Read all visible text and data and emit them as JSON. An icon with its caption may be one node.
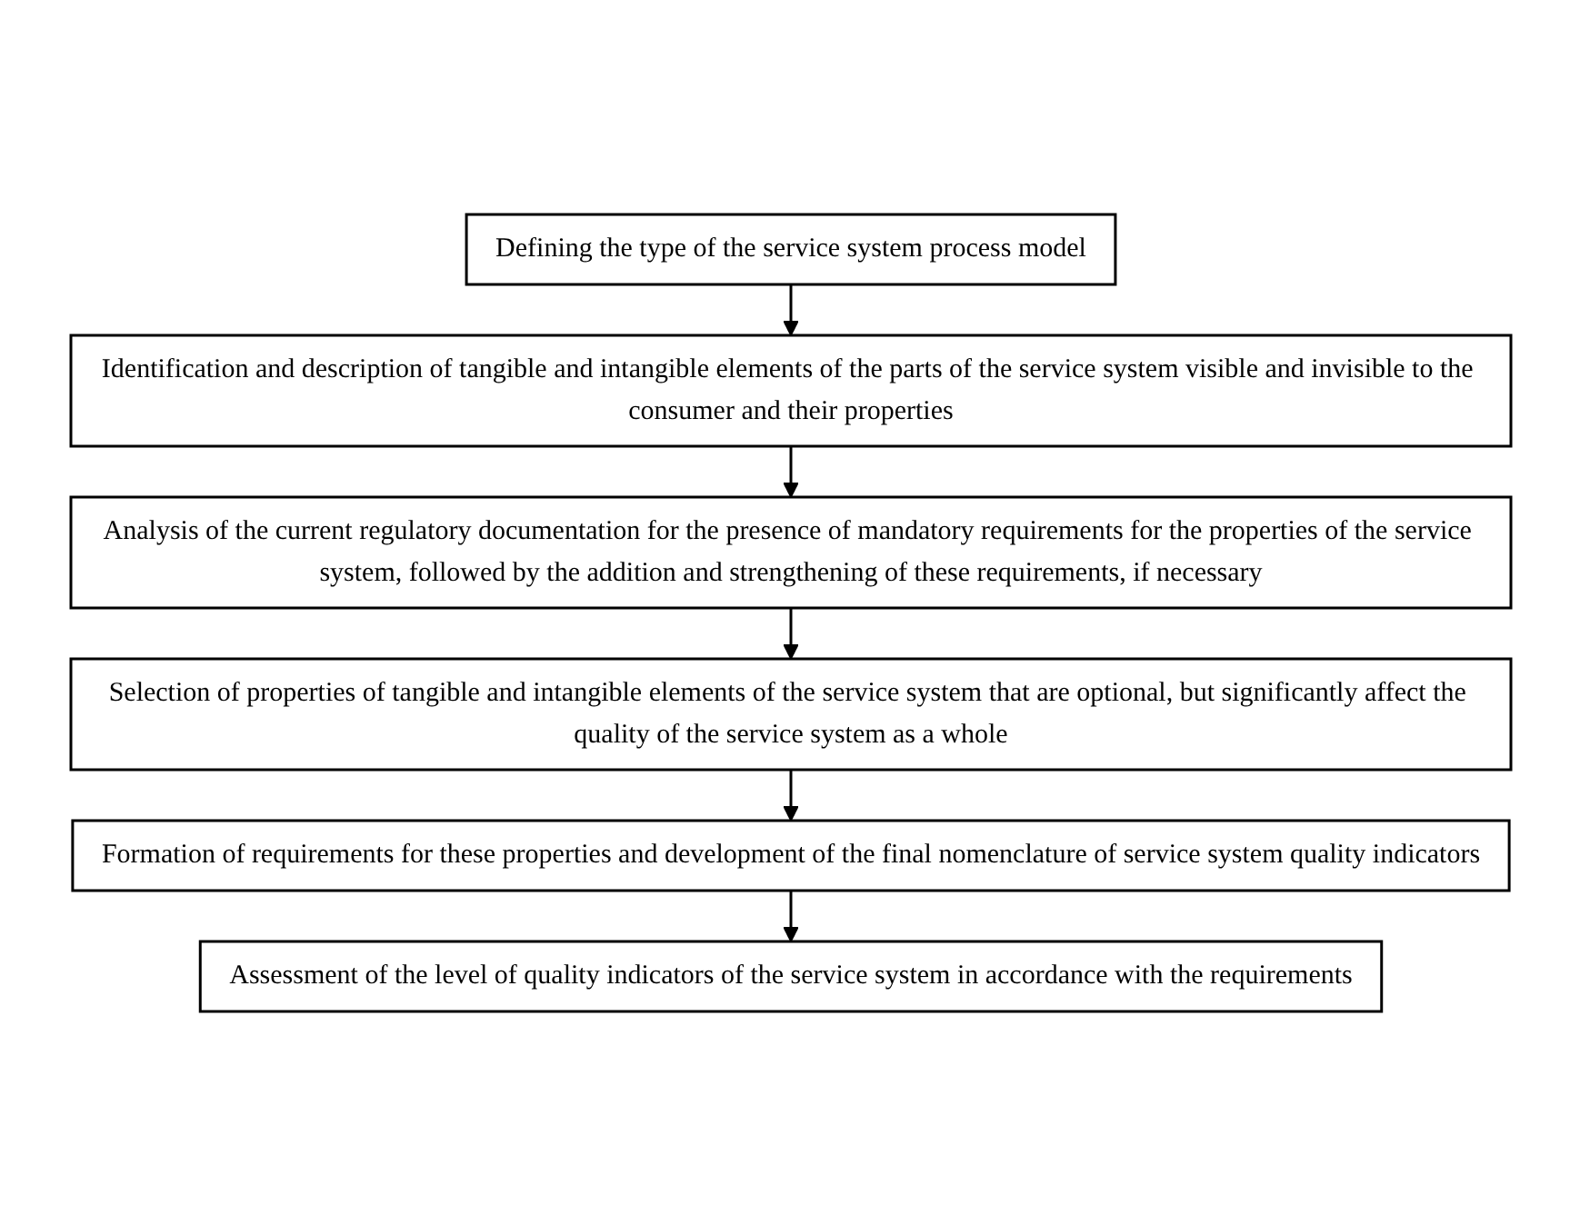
{
  "diagram": {
    "nodes": [
      {
        "text": [
          "Defining the type of the service system process model"
        ]
      },
      {
        "text": [
          "Identification and description of tangible and intangible elements of the parts of the service system visible and invisible to the consumer and their properties"
        ]
      },
      {
        "text": [
          "Analysis of the current regulatory documentation for the presence of mandatory requirements for the properties of the service system, followed by the addition and strengthening of these requirements, if necessary"
        ]
      },
      {
        "text": [
          "Selection of properties of tangible and intangible elements of the service system that are optional, but significantly affect the quality of the service system as a whole"
        ]
      },
      {
        "text": [
          "Formation of requirements for these properties and development of the final nomenclature of service system quality indicators"
        ]
      },
      {
        "text": [
          "Assessment of the level of quality indicators of the service system in accordance with the requirements"
        ]
      }
    ],
    "edges": [
      {
        "from": 0,
        "to": 1,
        "arrow": "to"
      },
      {
        "from": 1,
        "to": 2,
        "arrow": "to"
      },
      {
        "from": 2,
        "to": 3,
        "arrow": "to"
      },
      {
        "from": 3,
        "to": 4,
        "arrow": "to"
      },
      {
        "from": 4,
        "to": 5,
        "arrow": "to"
      }
    ]
  }
}
